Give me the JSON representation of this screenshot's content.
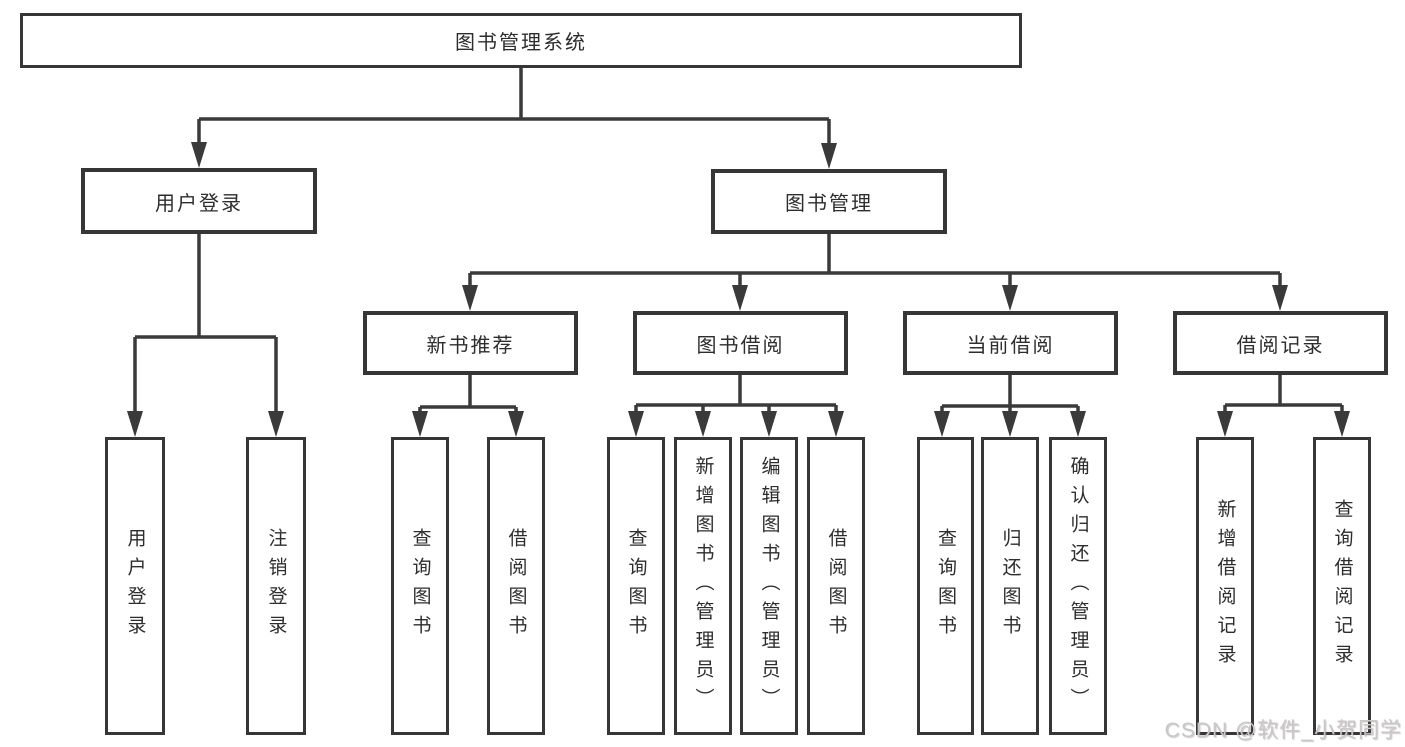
{
  "diagram_title": "图书管理系统",
  "tree": {
    "root": {
      "label": "图书管理系统"
    },
    "branches": [
      {
        "label": "用户登录",
        "children": [
          {
            "label": "用户登录"
          },
          {
            "label": "注销登录"
          }
        ]
      },
      {
        "label": "图书管理",
        "children": [
          {
            "label": "新书推荐",
            "children": [
              {
                "label": "查询图书"
              },
              {
                "label": "借阅图书"
              }
            ]
          },
          {
            "label": "图书借阅",
            "children": [
              {
                "label": "查询图书"
              },
              {
                "label": "新增图书（管理员）"
              },
              {
                "label": "编辑图书（管理员）"
              },
              {
                "label": "借阅图书"
              }
            ]
          },
          {
            "label": "当前借阅",
            "children": [
              {
                "label": "查询图书"
              },
              {
                "label": "归还图书"
              },
              {
                "label": "确认归还（管理员）"
              }
            ]
          },
          {
            "label": "借阅记录",
            "children": [
              {
                "label": "新增借阅记录"
              },
              {
                "label": "查询借阅记录"
              }
            ]
          }
        ]
      }
    ]
  },
  "watermark": "CSDN @软件_小贺同学",
  "colors": {
    "line": "#3a3a3a",
    "box_border": "#363636",
    "text": "#2d2d2d",
    "watermark": "#c8c8c8",
    "background": "#ffffff"
  }
}
